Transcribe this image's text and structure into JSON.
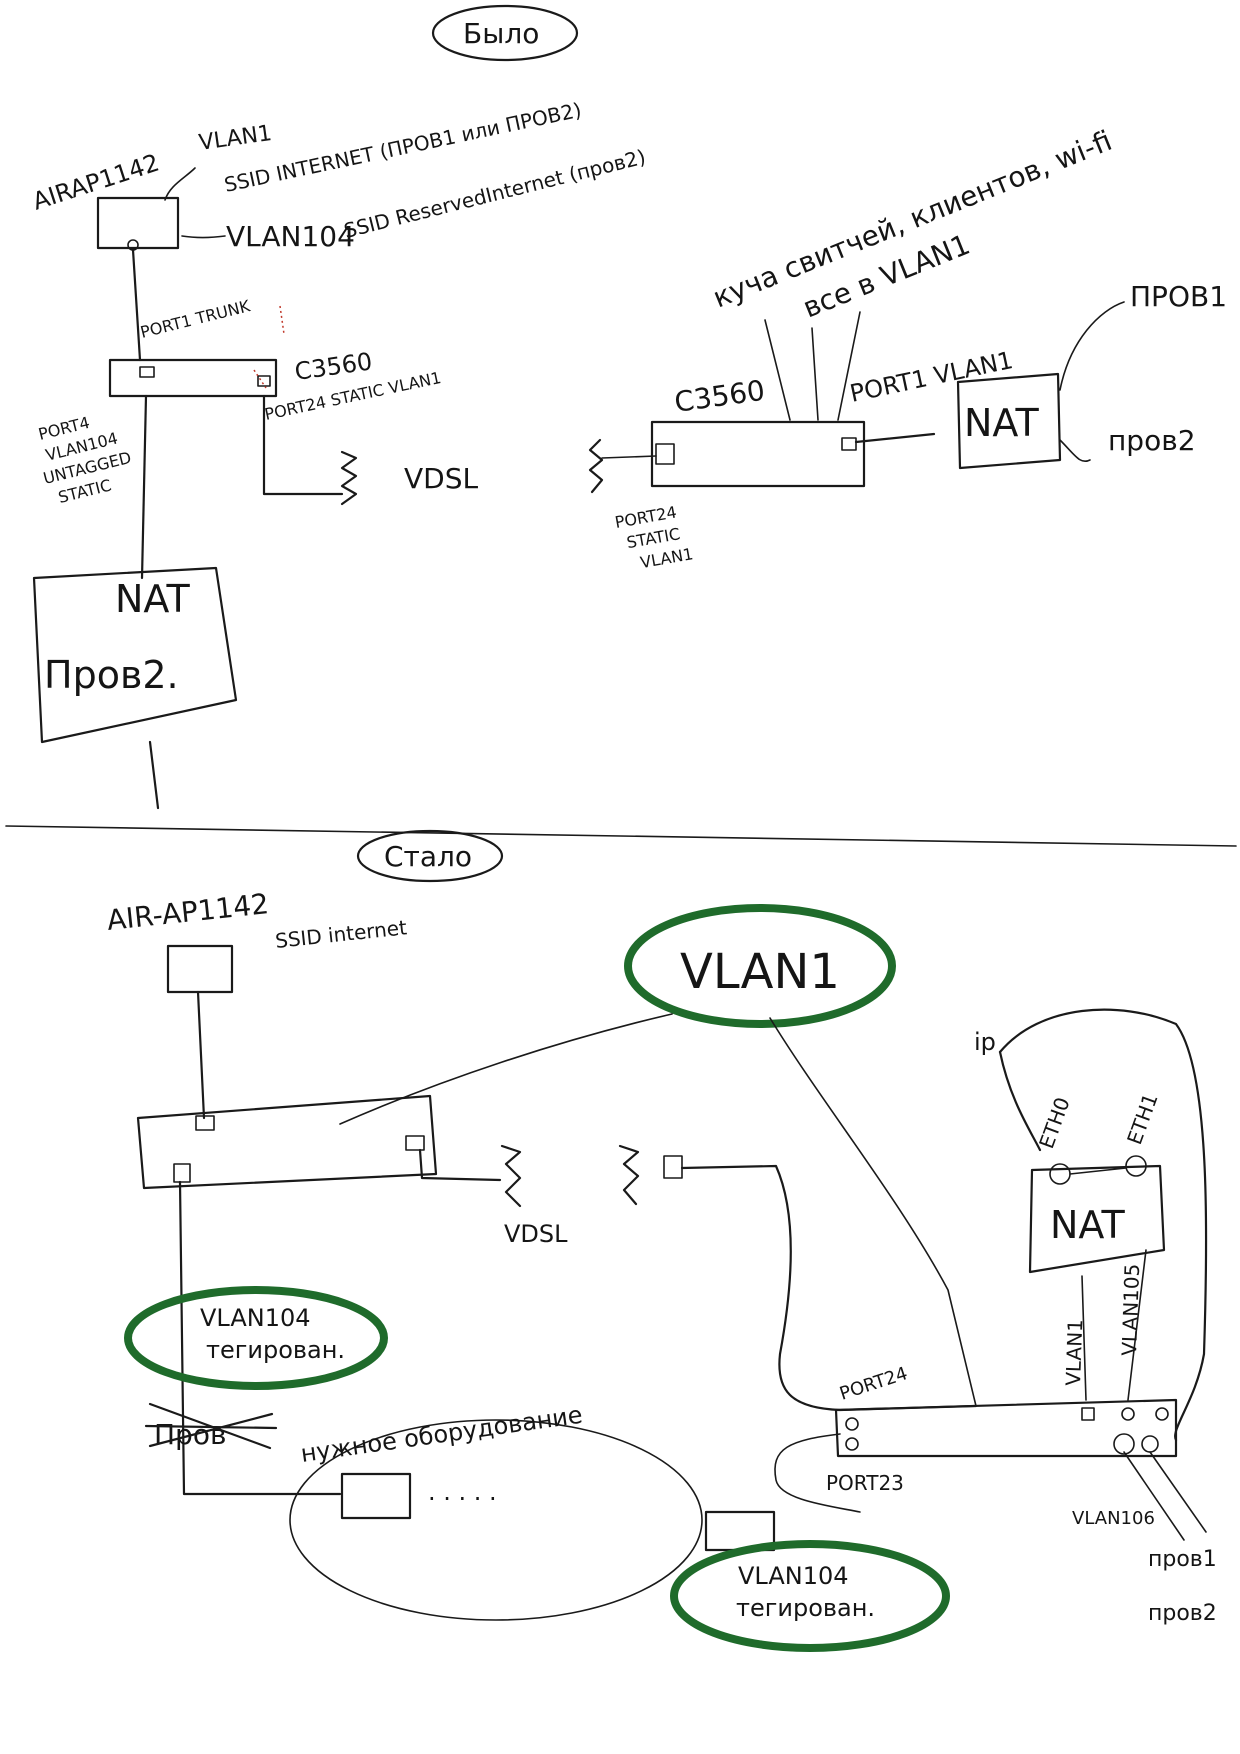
{
  "before": {
    "title": "Было",
    "ap_name": "AIRAP1142",
    "ap_vlan1": "VLAN1",
    "ap_ssid1": "SSID INTERNET (ПРОВ1 или ПРОВ2)",
    "ap_vlan104": "VLAN104",
    "ap_ssid2": "SSID ReservedInternet (пров2)",
    "port1": "PORT1 TRUNK",
    "switch_left": "C3560",
    "port24_left": "PORT24 STATIC VLAN1",
    "port4": [
      "PORT4",
      "VLAN104",
      "UNTAGGED",
      "STATIC"
    ],
    "vdsl": "VDSL",
    "nat_left": "NAT",
    "prov2_left": "Пров2.",
    "clients_line1": "куча свитчей, клиентов, wi-fi",
    "clients_line2": "все в VLAN1",
    "switch_right": "C3560",
    "port1_right": "PORT1 VLAN1",
    "nat_right": "NAT",
    "prov1_right": "ПРОВ1",
    "prov2_right": "пров2",
    "port24_right": [
      "PORT24",
      "STATIC",
      "VLAN1"
    ]
  },
  "after": {
    "title": "Стало",
    "ap_name": "AIR-AP1142",
    "ssid": "SSID internet",
    "vlan1": "VLAN1",
    "vdsl": "VDSL",
    "vlan104_a": [
      "VLAN104",
      "тегирован."
    ],
    "crossed": "Пров",
    "equipment": "нужное оборудование",
    "dots": ". . . . .",
    "vlan104_b": [
      "VLAN104",
      "тегирован."
    ],
    "port24": "PORT24",
    "port23": "PORT23",
    "ip": "ip",
    "eth0": "ETH0",
    "eth1": "ETH1",
    "nat": "NAT",
    "vlan1_label": "VLAN1",
    "vlan105": "VLAN105",
    "vlan106": "VLAN106",
    "prov1": "пров1",
    "prov2": "пров2"
  }
}
